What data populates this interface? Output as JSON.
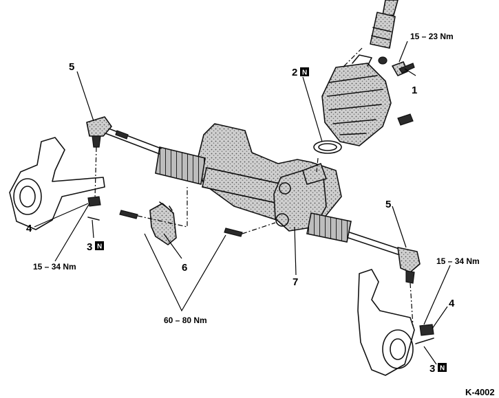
{
  "callouts": {
    "c1": "1",
    "c2": "2",
    "c3_left": "3",
    "c3_right": "3",
    "c4_left": "4",
    "c4_right": "4",
    "c5_left": "5",
    "c5_right": "5",
    "c6": "6",
    "c7": "7"
  },
  "new_part_marker": "N",
  "torques": {
    "pinch_bolt": "15 – 23 Nm",
    "tie_rod_left": "15 – 34 Nm",
    "tie_rod_right": "15 – 34 Nm",
    "mounting_bolts": "60 – 80 Nm"
  },
  "figure_ref": "K-4002"
}
